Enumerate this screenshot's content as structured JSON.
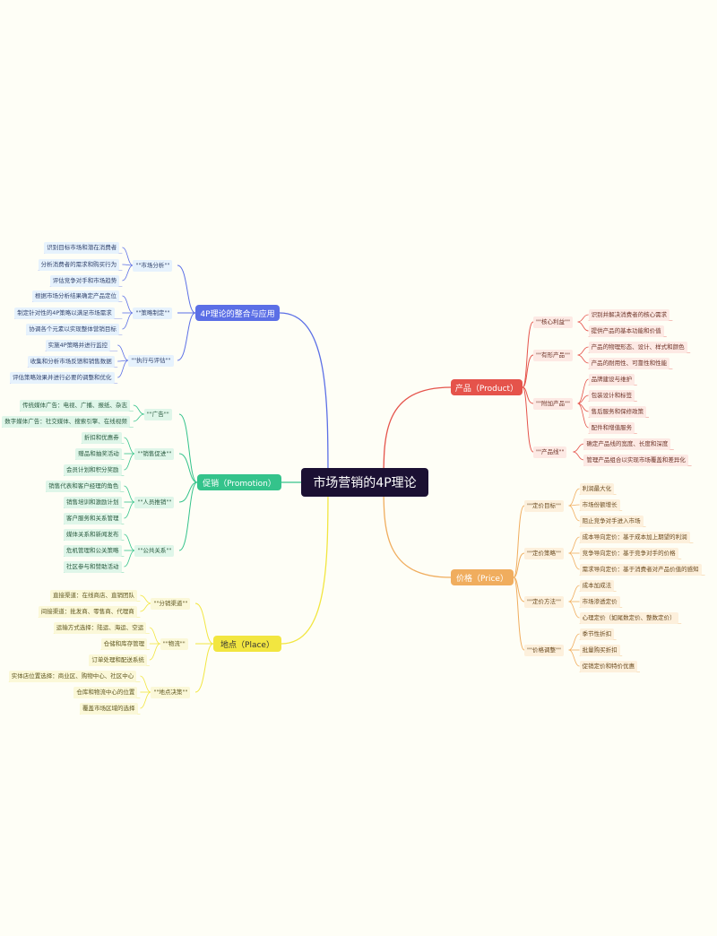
{
  "title": "市场营销的4P理论",
  "colors": {
    "blue": "#5b6fe6",
    "red": "#e5534b",
    "green": "#34c38b",
    "orange": "#f0ad5e",
    "yellow": "#f2e640",
    "center": "#1b1033"
  },
  "branches": {
    "integration": {
      "label": "4P理论的整合与应用",
      "groups": [
        {
          "label": "\"\"市场分析\"\"",
          "items": [
            "识别目标市场和潜在消费者",
            "分析消费者的需求和购买行为",
            "评估竞争对手和市场趋势"
          ]
        },
        {
          "label": "\"\"策略制定\"\"",
          "items": [
            "根据市场分析结果确定产品定位",
            "制定针对性的4P策略以满足市场需求",
            "协调各个元素以实现整体营销目标"
          ]
        },
        {
          "label": "\"\"执行与评估\"\"",
          "items": [
            "实施4P策略并进行监控",
            "收集和分析市场反馈和销售数据",
            "评估策略效果并进行必要的调整和优化"
          ]
        }
      ]
    },
    "promotion": {
      "label": "促销（Promotion）",
      "groups": [
        {
          "label": "\"\"广告\"\"",
          "items": [
            "传统媒体广告：电视、广播、报纸、杂志",
            "数字媒体广告：社交媒体、搜索引擎、在线视频"
          ]
        },
        {
          "label": "\"\"销售促进\"\"",
          "items": [
            "折扣和优惠券",
            "赠品和抽奖活动",
            "会员计划和积分奖励"
          ]
        },
        {
          "label": "\"\"人员推销\"\"",
          "items": [
            "销售代表和客户经理的角色",
            "销售培训和激励计划",
            "客户服务和关系管理"
          ]
        },
        {
          "label": "\"\"公共关系\"\"",
          "items": [
            "媒体关系和新闻发布",
            "危机管理和公关策略",
            "社区参与和赞助活动"
          ]
        }
      ]
    },
    "place": {
      "label": "地点（Place）",
      "groups": [
        {
          "label": "\"\"分销渠道\"\"",
          "items": [
            "直接渠道：在线商店、直销团队",
            "间接渠道：批发商、零售商、代理商"
          ]
        },
        {
          "label": "\"\"物流\"\"",
          "items": [
            "运输方式选择：陆运、海运、空运",
            "仓储和库存管理",
            "订单处理和配送系统"
          ]
        },
        {
          "label": "\"\"地点决策\"\"",
          "items": [
            "实体店位置选择：商业区、购物中心、社区中心",
            "仓库和物流中心的位置",
            "覆盖市场区域的选择"
          ]
        }
      ]
    },
    "product": {
      "label": "产品（Product）",
      "groups": [
        {
          "label": "\"\"核心利益\"\"",
          "items": [
            "识别并解决消费者的核心需求",
            "提供产品的基本功能和价值"
          ]
        },
        {
          "label": "\"\"有形产品\"\"",
          "items": [
            "产品的物理形态、设计、样式和颜色",
            "产品的耐用性、可靠性和性能"
          ]
        },
        {
          "label": "\"\"附加产品\"\"",
          "items": [
            "品牌建设与维护",
            "包装设计和标签",
            "售后服务和保修政策",
            "配件和增值服务"
          ]
        },
        {
          "label": "\"\"产品线\"\"",
          "items": [
            "确定产品线的宽度、长度和深度",
            "管理产品组合以实现市场覆盖和差异化"
          ]
        }
      ]
    },
    "price": {
      "label": "价格（Price）",
      "groups": [
        {
          "label": "\"\"定价目标\"\"",
          "items": [
            "利润最大化",
            "市场份额增长",
            "阻止竞争对手进入市场"
          ]
        },
        {
          "label": "\"\"定价策略\"\"",
          "items": [
            "成本导向定价：基于成本加上期望的利润",
            "竞争导向定价：基于竞争对手的价格",
            "需求导向定价：基于消费者对产品价值的感知"
          ]
        },
        {
          "label": "\"\"定价方法\"\"",
          "items": [
            "成本加成法",
            "市场渗透定价",
            "心理定价（如尾数定价、整数定价）"
          ]
        },
        {
          "label": "\"\"价格调整\"\"",
          "items": [
            "季节性折扣",
            "批量购买折扣",
            "促销定价和特价优惠"
          ]
        }
      ]
    }
  }
}
